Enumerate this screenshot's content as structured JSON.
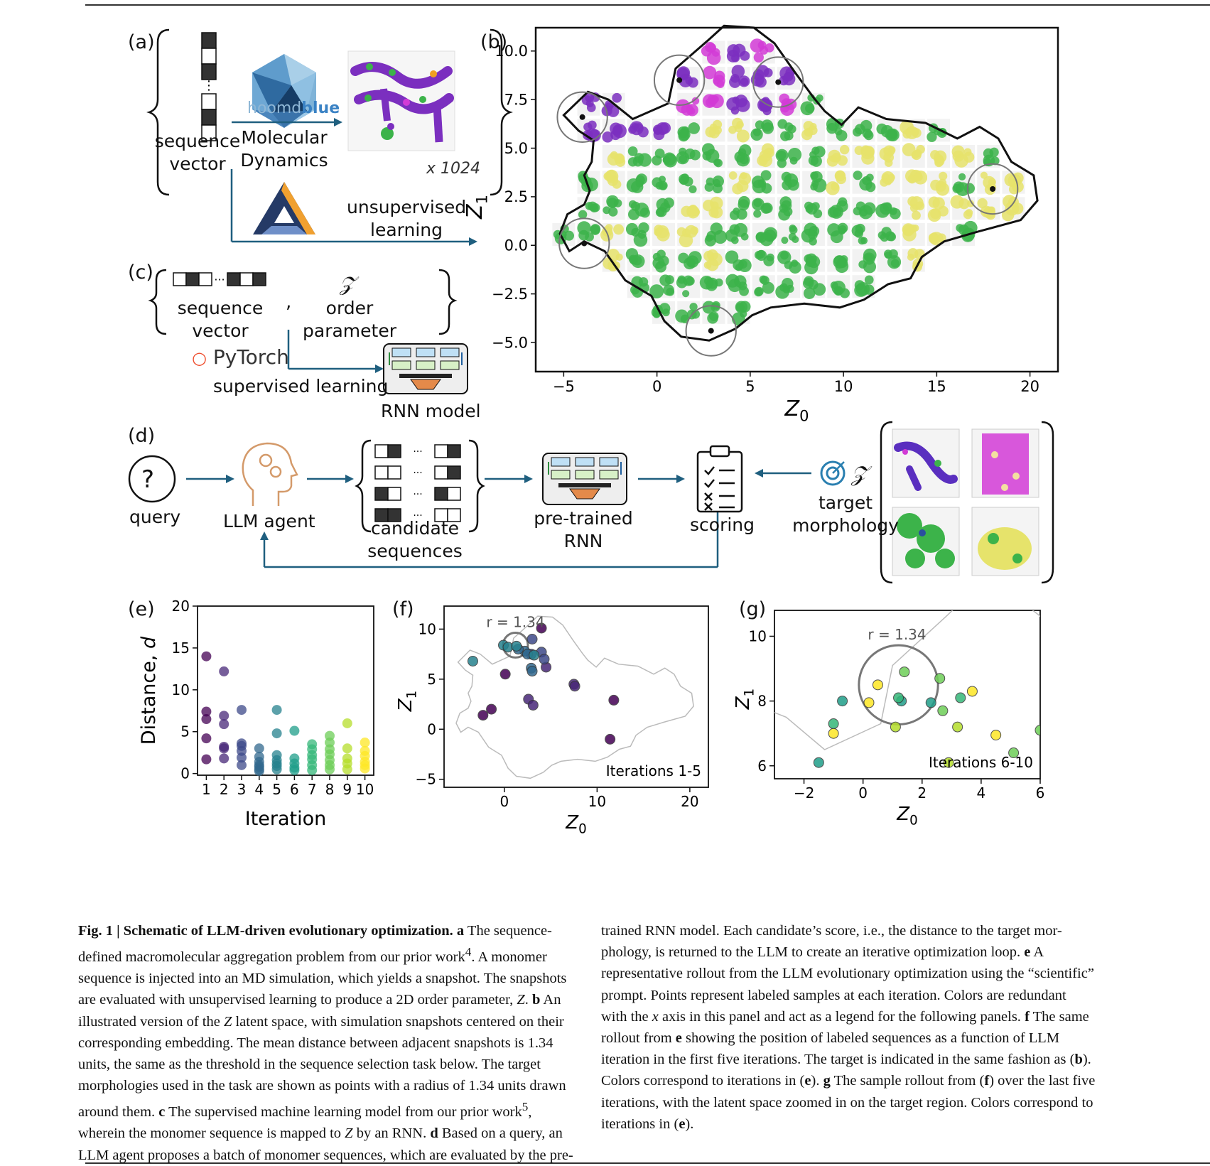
{
  "figure": {
    "panel_labels": {
      "a": "(a)",
      "b": "(b)",
      "c": "(c)",
      "d": "(d)",
      "e": "(e)",
      "f": "(f)",
      "g": "(g)"
    },
    "panel_a": {
      "sequence_vector": "sequence\nvector",
      "hoomd_brand_1": "hoomd",
      "hoomd_brand_2": "blue",
      "md_label": "Molecular\nDynamics",
      "multiplier": "x 1024",
      "unsupervised": "unsupervised\nlearning"
    },
    "panel_c": {
      "sequence_vector": "sequence\nvector",
      "z_symbol": "𝒵",
      "order_parameter": "order\nparameter",
      "comma": ",",
      "pytorch": "PyTorch",
      "supervised": "supervised learning",
      "rnn_model": "RNN model"
    },
    "panel_d": {
      "query_symbol": "?",
      "query": "query",
      "llm_agent": "LLM agent",
      "candidates": "candidate\nsequences",
      "pretrained": "pre-trained\nRNN",
      "scoring": "scoring",
      "z_symbol": "𝒵",
      "target": "target\nmorphology"
    }
  },
  "chart_data": [
    {
      "panel": "b",
      "type": "scatter",
      "xlabel": "Z0",
      "ylabel": "Z1",
      "xlim": [
        -6.5,
        21.5
      ],
      "ylim": [
        -6.5,
        11.2
      ],
      "xticks": [
        -5,
        0,
        5,
        10,
        15,
        20
      ],
      "yticks": [
        -5.0,
        -2.5,
        0.0,
        2.5,
        5.0,
        7.5,
        10.0
      ],
      "xtick_labels": [
        "−5",
        "0",
        "5",
        "10",
        "15",
        "20"
      ],
      "ytick_labels": [
        "−5.0",
        "−2.5",
        "0.0",
        "2.5",
        "5.0",
        "7.5",
        "10.0"
      ],
      "target_radius": 1.34,
      "targets": [
        [
          1.2,
          8.5
        ],
        [
          6.5,
          8.4
        ],
        [
          -4.0,
          6.6
        ],
        [
          18.0,
          2.9
        ],
        [
          -3.9,
          0.1
        ],
        [
          2.9,
          -4.4
        ]
      ],
      "outline": [
        [
          -5.0,
          6.7
        ],
        [
          -3.7,
          7.9
        ],
        [
          -2.6,
          7.5
        ],
        [
          -1.3,
          6.5
        ],
        [
          0.6,
          7.3
        ],
        [
          1.0,
          9.1
        ],
        [
          2.8,
          10.6
        ],
        [
          3.6,
          11.3
        ],
        [
          5.2,
          11.2
        ],
        [
          6.3,
          10.4
        ],
        [
          7.4,
          8.9
        ],
        [
          8.4,
          7.6
        ],
        [
          9.0,
          6.9
        ],
        [
          9.9,
          6.2
        ],
        [
          10.8,
          7.1
        ],
        [
          12.3,
          6.5
        ],
        [
          14.4,
          6.3
        ],
        [
          16.1,
          5.5
        ],
        [
          17.3,
          6.1
        ],
        [
          18.3,
          5.5
        ],
        [
          19.0,
          4.3
        ],
        [
          20.2,
          3.6
        ],
        [
          20.4,
          2.3
        ],
        [
          19.5,
          1.3
        ],
        [
          17.2,
          0.7
        ],
        [
          15.4,
          0.2
        ],
        [
          14.2,
          -0.6
        ],
        [
          13.6,
          -1.7
        ],
        [
          12.4,
          -2.0
        ],
        [
          11.1,
          -2.8
        ],
        [
          9.8,
          -3.2
        ],
        [
          7.9,
          -3.0
        ],
        [
          6.1,
          -3.2
        ],
        [
          5.1,
          -3.6
        ],
        [
          4.2,
          -4.3
        ],
        [
          2.8,
          -4.9
        ],
        [
          1.3,
          -4.7
        ],
        [
          0.4,
          -3.9
        ],
        [
          -0.3,
          -2.6
        ],
        [
          -1.7,
          -1.8
        ],
        [
          -2.8,
          -0.3
        ],
        [
          -3.9,
          0.2
        ],
        [
          -4.7,
          -0.3
        ],
        [
          -5.2,
          0.6
        ],
        [
          -4.8,
          1.6
        ],
        [
          -3.9,
          2.1
        ],
        [
          -3.6,
          2.8
        ],
        [
          -3.9,
          3.6
        ],
        [
          -3.5,
          4.3
        ],
        [
          -3.4,
          5.4
        ],
        [
          -4.2,
          5.9
        ]
      ]
    },
    {
      "panel": "e",
      "type": "scatter",
      "xlabel": "Iteration",
      "ylabel": "Distance, d",
      "xlim": [
        0.5,
        10.5
      ],
      "ylim": [
        -0.2,
        20
      ],
      "xticks": [
        1,
        2,
        3,
        4,
        5,
        6,
        7,
        8,
        9,
        10
      ],
      "yticks": [
        0,
        5,
        10,
        15,
        20
      ],
      "series": [
        {
          "iteration": 1,
          "values": [
            14.0,
            7.4,
            6.5,
            4.2,
            1.7
          ]
        },
        {
          "iteration": 2,
          "values": [
            12.2,
            6.9,
            5.9,
            3.2,
            3.0,
            1.8
          ]
        },
        {
          "iteration": 3,
          "values": [
            7.6,
            3.6,
            3.3,
            2.7,
            1.9,
            1.0
          ]
        },
        {
          "iteration": 4,
          "values": [
            3.0,
            2.0,
            1.4,
            1.0,
            0.8,
            0.5,
            0.3
          ]
        },
        {
          "iteration": 5,
          "values": [
            7.6,
            4.8,
            2.2,
            1.6,
            1.2,
            0.9,
            0.5
          ]
        },
        {
          "iteration": 6,
          "values": [
            5.1,
            1.8,
            1.2,
            0.7,
            0.4
          ]
        },
        {
          "iteration": 7,
          "values": [
            3.5,
            2.9,
            2.2,
            1.7,
            1.0,
            0.4
          ]
        },
        {
          "iteration": 8,
          "values": [
            4.5,
            3.7,
            2.9,
            2.3,
            1.6,
            1.0,
            0.5
          ]
        },
        {
          "iteration": 9,
          "values": [
            6.0,
            3.0,
            1.8,
            1.2,
            0.5
          ]
        },
        {
          "iteration": 10,
          "values": [
            3.7,
            2.7,
            2.1,
            1.4,
            1.0,
            0.6
          ]
        }
      ]
    },
    {
      "panel": "f",
      "type": "scatter",
      "xlabel": "Z0",
      "ylabel": "Z1",
      "xlim": [
        -6.5,
        22.0
      ],
      "ylim": [
        -5.8,
        12.3
      ],
      "xticks": [
        0,
        10,
        20
      ],
      "yticks": [
        -5,
        0,
        5,
        10
      ],
      "xtick_labels": [
        "0",
        "10",
        "20"
      ],
      "ytick_labels": [
        "−5",
        "0",
        "5",
        "10"
      ],
      "annotation": "r = 1.34",
      "legend_text": "Iterations 1-5",
      "target": [
        1.2,
        8.4
      ],
      "target_radius": 1.34,
      "points": [
        {
          "x": -2.3,
          "y": 1.4,
          "iter": 1
        },
        {
          "x": -1.4,
          "y": 2.0,
          "iter": 1
        },
        {
          "x": 0.1,
          "y": 5.5,
          "iter": 1
        },
        {
          "x": 4.0,
          "y": 10.1,
          "iter": 1
        },
        {
          "x": 11.8,
          "y": 2.9,
          "iter": 1
        },
        {
          "x": 11.4,
          "y": -1.0,
          "iter": 1
        },
        {
          "x": 2.6,
          "y": 3.0,
          "iter": 2
        },
        {
          "x": 3.1,
          "y": 2.4,
          "iter": 2
        },
        {
          "x": 4.5,
          "y": 6.2,
          "iter": 2
        },
        {
          "x": 7.5,
          "y": 4.5,
          "iter": 2
        },
        {
          "x": 7.6,
          "y": 4.3,
          "iter": 2
        },
        {
          "x": 4.0,
          "y": 7.7,
          "iter": 3
        },
        {
          "x": 4.3,
          "y": 7.0,
          "iter": 3
        },
        {
          "x": 2.9,
          "y": 7.5,
          "iter": 3
        },
        {
          "x": 3.0,
          "y": 9.0,
          "iter": 3
        },
        {
          "x": 2.9,
          "y": 6.1,
          "iter": 4
        },
        {
          "x": 3.0,
          "y": 5.8,
          "iter": 4
        },
        {
          "x": 2.2,
          "y": 7.8,
          "iter": 4
        },
        {
          "x": 2.5,
          "y": 7.5,
          "iter": 4
        },
        {
          "x": 1.5,
          "y": 8.0,
          "iter": 4
        },
        {
          "x": -3.4,
          "y": 6.8,
          "iter": 5
        },
        {
          "x": -0.1,
          "y": 8.4,
          "iter": 5
        },
        {
          "x": 0.4,
          "y": 8.2,
          "iter": 5
        },
        {
          "x": 1.3,
          "y": 8.3,
          "iter": 5
        },
        {
          "x": 3.2,
          "y": 7.4,
          "iter": 5
        }
      ]
    },
    {
      "panel": "g",
      "type": "scatter",
      "xlabel": "Z0",
      "ylabel": "Z1",
      "xlim": [
        -3.0,
        6.0
      ],
      "ylim": [
        5.6,
        10.8
      ],
      "xticks": [
        -2,
        0,
        2,
        4,
        6
      ],
      "yticks": [
        6,
        8,
        10
      ],
      "xtick_labels": [
        "−2",
        "0",
        "2",
        "4",
        "6"
      ],
      "ytick_labels": [
        "6",
        "8",
        "10"
      ],
      "annotation": "r = 1.34",
      "legend_text": "Iterations 6-10",
      "target": [
        1.2,
        8.5
      ],
      "target_radius": 1.34,
      "points": [
        {
          "x": -0.7,
          "y": 8.0,
          "iter": 6
        },
        {
          "x": 1.3,
          "y": 8.0,
          "iter": 6
        },
        {
          "x": 2.3,
          "y": 7.95,
          "iter": 6
        },
        {
          "x": -1.5,
          "y": 6.1,
          "iter": 6
        },
        {
          "x": -1.0,
          "y": 7.3,
          "iter": 7
        },
        {
          "x": 1.2,
          "y": 8.1,
          "iter": 7
        },
        {
          "x": 3.3,
          "y": 8.1,
          "iter": 7
        },
        {
          "x": 2.7,
          "y": 7.7,
          "iter": 8
        },
        {
          "x": 2.6,
          "y": 8.7,
          "iter": 8
        },
        {
          "x": 6.0,
          "y": 7.1,
          "iter": 8
        },
        {
          "x": 5.1,
          "y": 6.4,
          "iter": 8
        },
        {
          "x": 1.4,
          "y": 8.9,
          "iter": 8
        },
        {
          "x": 1.1,
          "y": 7.2,
          "iter": 9
        },
        {
          "x": 3.2,
          "y": 7.2,
          "iter": 9
        },
        {
          "x": 2.9,
          "y": 6.1,
          "iter": 9
        },
        {
          "x": 0.5,
          "y": 8.5,
          "iter": 10
        },
        {
          "x": 0.2,
          "y": 7.95,
          "iter": 10
        },
        {
          "x": 3.7,
          "y": 8.3,
          "iter": 10
        },
        {
          "x": -1.0,
          "y": 7.0,
          "iter": 10
        },
        {
          "x": 4.5,
          "y": 6.95,
          "iter": 10
        }
      ]
    }
  ],
  "colors": {
    "arrow": "#1f5f7f",
    "iter_palette": [
      "#440154",
      "#482878",
      "#3e4989",
      "#31688e",
      "#26828e",
      "#1f9e89",
      "#35b779",
      "#6ece58",
      "#b5de2b",
      "#fde725"
    ],
    "snapshot_green": "#3cb34a",
    "snapshot_purple": "#7b2fbf",
    "snapshot_magenta": "#d23bd6",
    "snapshot_yellow": "#e6e36b",
    "hoomd_blue": "#4a90c8"
  },
  "caption": {
    "left": [
      "<b>Fig. 1 | Schematic of LLM-driven evolutionary optimization. a</b> The sequence-",
      "defined macromolecular aggregation problem from our prior work<sup>4</sup>. A monomer",
      "sequence is injected into an MD simulation, which yields a snapshot. The snapshots",
      "are evaluated with unsupervised learning to produce a 2D order parameter, <i>Z</i>. <b>b</b> An",
      "illustrated version of the <i>Z</i> latent space, with simulation snapshots centered on their",
      "corresponding embedding. The mean distance between adjacent snapshots is 1.34",
      "units, the same as the threshold in the sequence selection task below. The target",
      "morphologies used in the task are shown as points with a radius of 1.34 units drawn",
      "around them. <b>c</b> The supervised machine learning model from our prior work<sup>5</sup>,",
      "wherein the monomer sequence is mapped to <i>Z</i> by an RNN. <b>d</b> Based on a query, an",
      "LLM agent proposes a batch of monomer sequences, which are evaluated by the pre-"
    ],
    "right": [
      "trained RNN model. Each candidate’s score, i.e., the distance to the target mor-",
      "phology, is returned to the LLM to create an iterative optimization loop. <b>e</b> A",
      "representative rollout from the LLM evolutionary optimization using the “scientific”",
      "prompt. Points represent labeled samples at each iteration. Colors are redundant",
      "with the <i>x</i> axis in this panel and act as a legend for the following panels. <b>f</b> The same",
      "rollout from <b>e</b> showing the position of labeled sequences as a function of LLM",
      "iteration in the first five iterations. The target is indicated in the same fashion as (<b>b</b>).",
      "Colors correspond to iterations in (<b>e</b>). <b>g</b> The sample rollout from (<b>f</b>) over the last five",
      "iterations, with the latent space zoomed in on the target region. Colors correspond to",
      "iterations in (<b>e</b>)."
    ]
  }
}
